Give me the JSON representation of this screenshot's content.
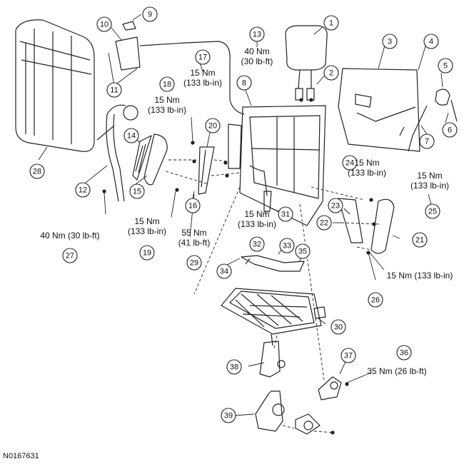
{
  "figure": {
    "id": "N0167631"
  },
  "callouts": [
    "1",
    "2",
    "3",
    "4",
    "5",
    "6",
    "7",
    "8",
    "9",
    "10",
    "11",
    "12",
    "13",
    "14",
    "15",
    "16",
    "17",
    "18",
    "19",
    "20",
    "21",
    "22",
    "23",
    "24",
    "25",
    "26",
    "27",
    "28",
    "29",
    "30",
    "31",
    "32",
    "33",
    "34",
    "35",
    "36",
    "37",
    "38",
    "39"
  ],
  "torque": {
    "t13": [
      "40 Nm",
      "(30 lb-ft)"
    ],
    "t17": [
      "15 Nm",
      "(133 lb-in)"
    ],
    "t18": [
      "15 Nm",
      "(133 lb-in)"
    ],
    "t19": [
      "15 Nm",
      "(133 lb-in)"
    ],
    "t24": [
      "15 Nm",
      "(133 lb-in)"
    ],
    "t25": [
      "15 Nm",
      "(133 lb-in)"
    ],
    "t26": "15 Nm (133 lb-in)",
    "t27": "40 Nm (30 lb-ft)",
    "t29": [
      "55 Nm",
      "(41 lb-ft)"
    ],
    "t32": [
      "15 Nm",
      "(133 lb-in)"
    ],
    "t36": "35 Nm (26 lb-ft)"
  }
}
